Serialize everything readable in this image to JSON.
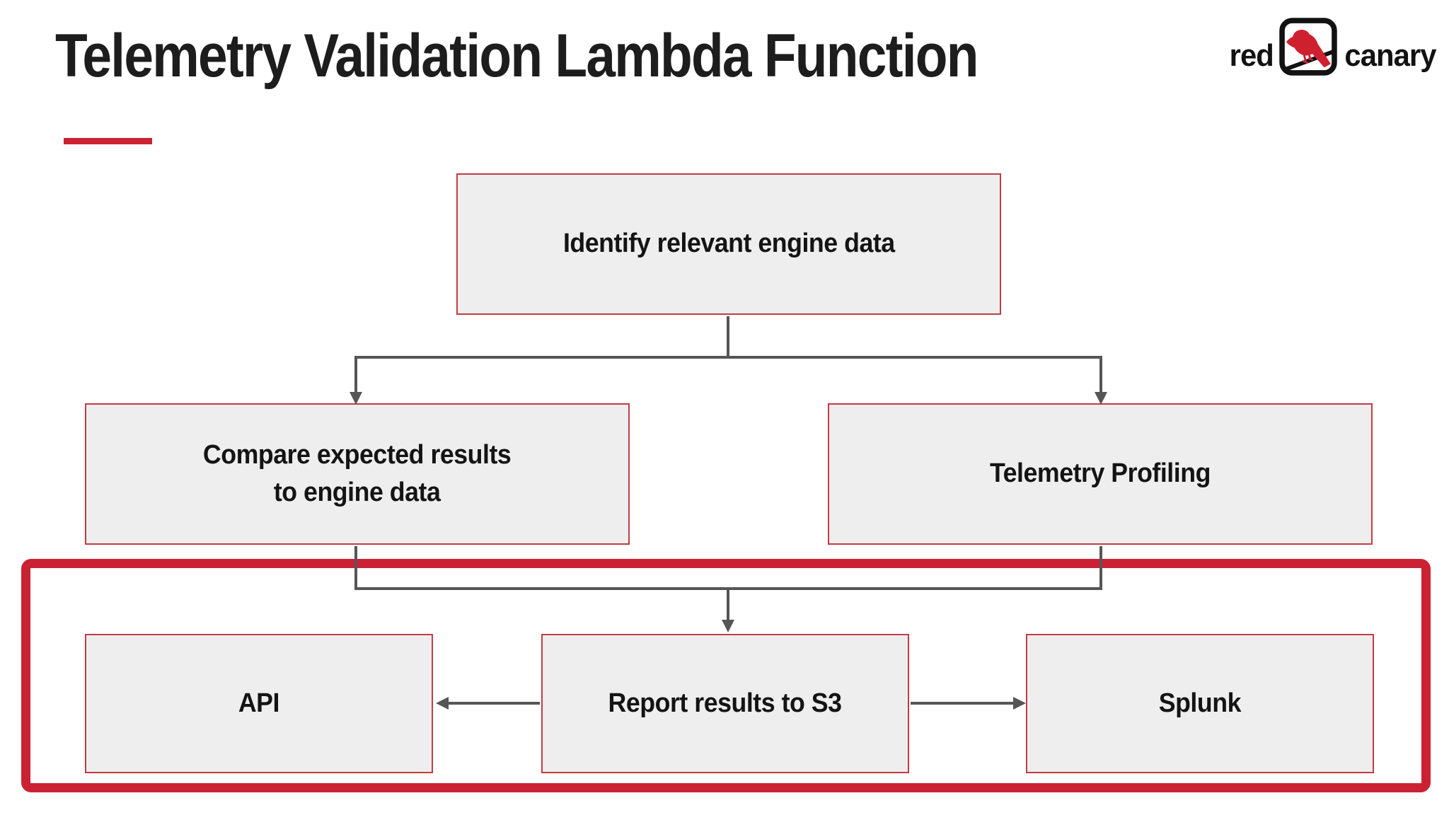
{
  "page": {
    "title": "Telemetry Validation Lambda Function"
  },
  "logo": {
    "word_left": "red",
    "word_right": "canary",
    "icon": "canary-bird-in-rounded-square"
  },
  "diagram": {
    "type": "flowchart",
    "nodes": [
      {
        "id": "identify",
        "label": "Identify relevant engine data"
      },
      {
        "id": "compare",
        "label": "Compare expected results\nto engine data"
      },
      {
        "id": "profiling",
        "label": "Telemetry Profiling"
      },
      {
        "id": "api",
        "label": "API"
      },
      {
        "id": "report",
        "label": "Report results to S3"
      },
      {
        "id": "splunk",
        "label": "Splunk"
      }
    ],
    "edges": [
      {
        "from": "identify",
        "to": "compare",
        "arrow": true
      },
      {
        "from": "identify",
        "to": "profiling",
        "arrow": true
      },
      {
        "from": "compare",
        "to": "report",
        "arrow": true
      },
      {
        "from": "profiling",
        "to": "report",
        "arrow": true
      },
      {
        "from": "report",
        "to": "api",
        "arrow": true
      },
      {
        "from": "report",
        "to": "splunk",
        "arrow": true
      }
    ],
    "highlight": {
      "style": "thick-red-rounded-rectangle",
      "contains": [
        "api",
        "report",
        "splunk"
      ]
    }
  },
  "colors": {
    "accent_red": "#cb2233",
    "node_border_red": "#c23b45",
    "node_fill": "#eeeeee",
    "connector_gray": "#565656",
    "title_black": "#1d1d1d",
    "bird_red": "#cf2030"
  }
}
